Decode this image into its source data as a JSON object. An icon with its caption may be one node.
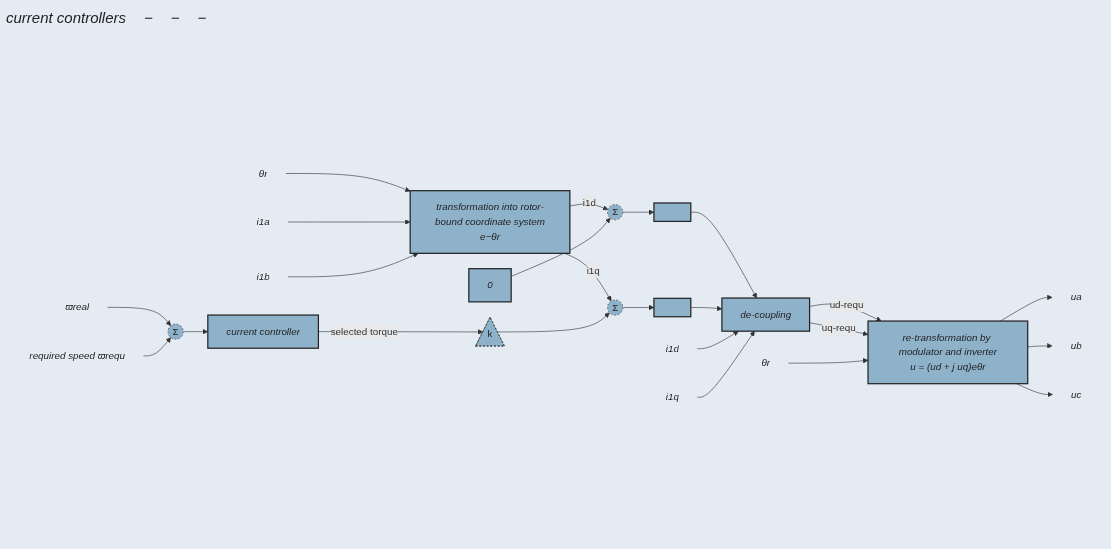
{
  "diagram": {
    "nodes": [
      {
        "text": [
          "θr"
        ]
      },
      {
        "text": [
          "i1a"
        ]
      },
      {
        "text": [
          "i1b"
        ]
      },
      {
        "text": [
          "transformation into rotor-bound coordinate system",
          "e−θr"
        ]
      },
      {
        "text": [
          "0"
        ]
      },
      {
        "text": [
          "Σ"
        ]
      },
      {
        "text": [
          "Σ"
        ]
      },
      {
        "text": [],
        "shape": "box"
      },
      {
        "text": [],
        "shape": "box"
      },
      {
        "text": [
          "k"
        ]
      },
      {
        "text": [
          "de-coupling"
        ]
      },
      {
        "text": [
          "i1d"
        ]
      },
      {
        "text": [
          "i1q"
        ]
      },
      {
        "text": [
          "θr"
        ]
      },
      {
        "text": [
          "re-transformation by modulator and inverter",
          "u = (ud + j uq)eθr"
        ]
      },
      {
        "text": [
          "ua"
        ]
      },
      {
        "text": [
          "ub"
        ]
      },
      {
        "text": [
          "uc"
        ]
      },
      {
        "text": [
          "ϖreal"
        ]
      },
      {
        "text": [
          "Σ"
        ]
      },
      {
        "text": [
          "current controller"
        ]
      },
      {
        "text": [
          "required speed ϖrequ"
        ]
      }
    ],
    "edges": [
      {
        "from": 0,
        "to": 3,
        "arrow": "to"
      },
      {
        "from": 1,
        "to": 3,
        "arrow": "to"
      },
      {
        "from": 2,
        "to": 3,
        "arrow": "to"
      },
      {
        "from": 3,
        "to": 5,
        "arrow": "to",
        "label": "i1d"
      },
      {
        "from": 3,
        "to": 6,
        "arrow": "to",
        "label": "i1q"
      },
      {
        "from": 4,
        "to": 5,
        "arrow": "to"
      },
      {
        "from": 9,
        "to": 6,
        "arrow": "to"
      },
      {
        "from": 5,
        "to": 7,
        "arrow": "to"
      },
      {
        "from": 6,
        "to": 8,
        "arrow": "to"
      },
      {
        "from": 7,
        "to": 10,
        "arrow": "to"
      },
      {
        "from": 8,
        "to": 10,
        "arrow": "to"
      },
      {
        "from": 10,
        "to": 14,
        "arrow": "to",
        "label": "ud-requ"
      },
      {
        "from": 10,
        "to": 14,
        "arrow": "to",
        "label": "uq-requ"
      },
      {
        "from": 11,
        "to": 10,
        "arrow": "to"
      },
      {
        "from": 12,
        "to": 10,
        "arrow": "to"
      },
      {
        "from": 13,
        "to": 14,
        "arrow": "to"
      },
      {
        "from": 14,
        "to": 15,
        "arrow": "to"
      },
      {
        "from": 14,
        "to": 16,
        "arrow": "to"
      },
      {
        "from": 14,
        "to": 17,
        "arrow": "to"
      },
      {
        "from": 18,
        "to": 19,
        "arrow": "to"
      },
      {
        "from": 21,
        "to": 19,
        "arrow": "to"
      },
      {
        "from": 19,
        "to": 20,
        "arrow": "to"
      },
      {
        "from": 20,
        "to": 9,
        "arrow": "to",
        "label": "selected torque"
      }
    ],
    "labels": [
      "current controllers",
      "−",
      "−",
      "−"
    ]
  }
}
